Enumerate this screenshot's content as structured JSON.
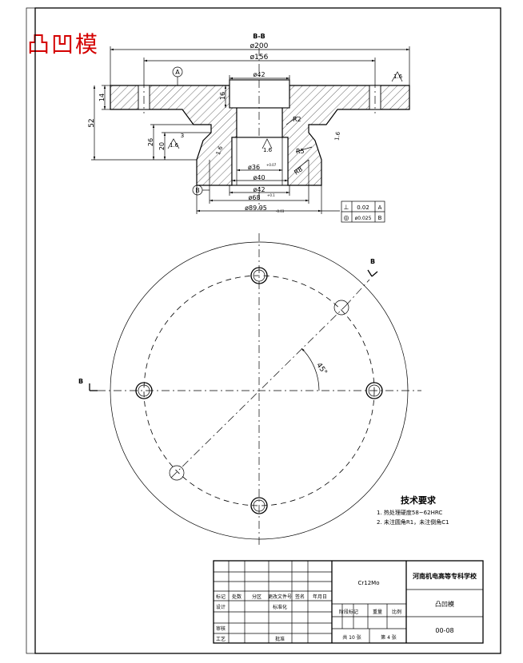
{
  "title_stamp": "凸凹模",
  "section": {
    "label": "B-B",
    "dims": {
      "d200": "ø200",
      "d156": "ø156",
      "d42_top": "ø42",
      "h14": "14",
      "h52": "52",
      "h16": "16",
      "h26": "26",
      "h20": "20",
      "h3": "3",
      "r2": "R2",
      "r5": "R5",
      "r8": "R8",
      "d36": "ø36",
      "d36_tol": "+0.07",
      "d40": "ø40",
      "d42": "ø42",
      "d68": "ø68",
      "d68_tol": "+0.1",
      "d8995": "ø89.95",
      "d8995_tol": "-0.03",
      "rough_16": "1.6",
      "datum_a": "A",
      "datum_b": "B"
    },
    "tolerance_frame": [
      {
        "symbol": "⊥",
        "value": "0.02",
        "datum": "A"
      },
      {
        "symbol": "◎",
        "value": "ø0.025",
        "datum": "B"
      }
    ]
  },
  "plan_view": {
    "angle_label": "45°",
    "cut_label_top": "B",
    "cut_label_left": "B"
  },
  "tech_req": {
    "title": "技术要求",
    "items": [
      "1. 热处理硬度58~62HRC",
      "2. 未注圆角R1，未注倒角C1"
    ]
  },
  "title_block": {
    "material": "Cr12Mo",
    "school": "河南机电高等专科学校",
    "part_name": "凸凹模",
    "drawing_no": "00-08",
    "headers": [
      "标记",
      "处数",
      "分区",
      "更改文件号",
      "签名",
      "年月日"
    ],
    "design": "设计",
    "standard": "标准化",
    "review": "审核",
    "process": "工艺",
    "approve": "批准",
    "stage_mark": "阶段标记",
    "weight": "重量",
    "scale": "比例",
    "sheets_total": "共 10 张",
    "sheet_no": "第 4 张"
  }
}
